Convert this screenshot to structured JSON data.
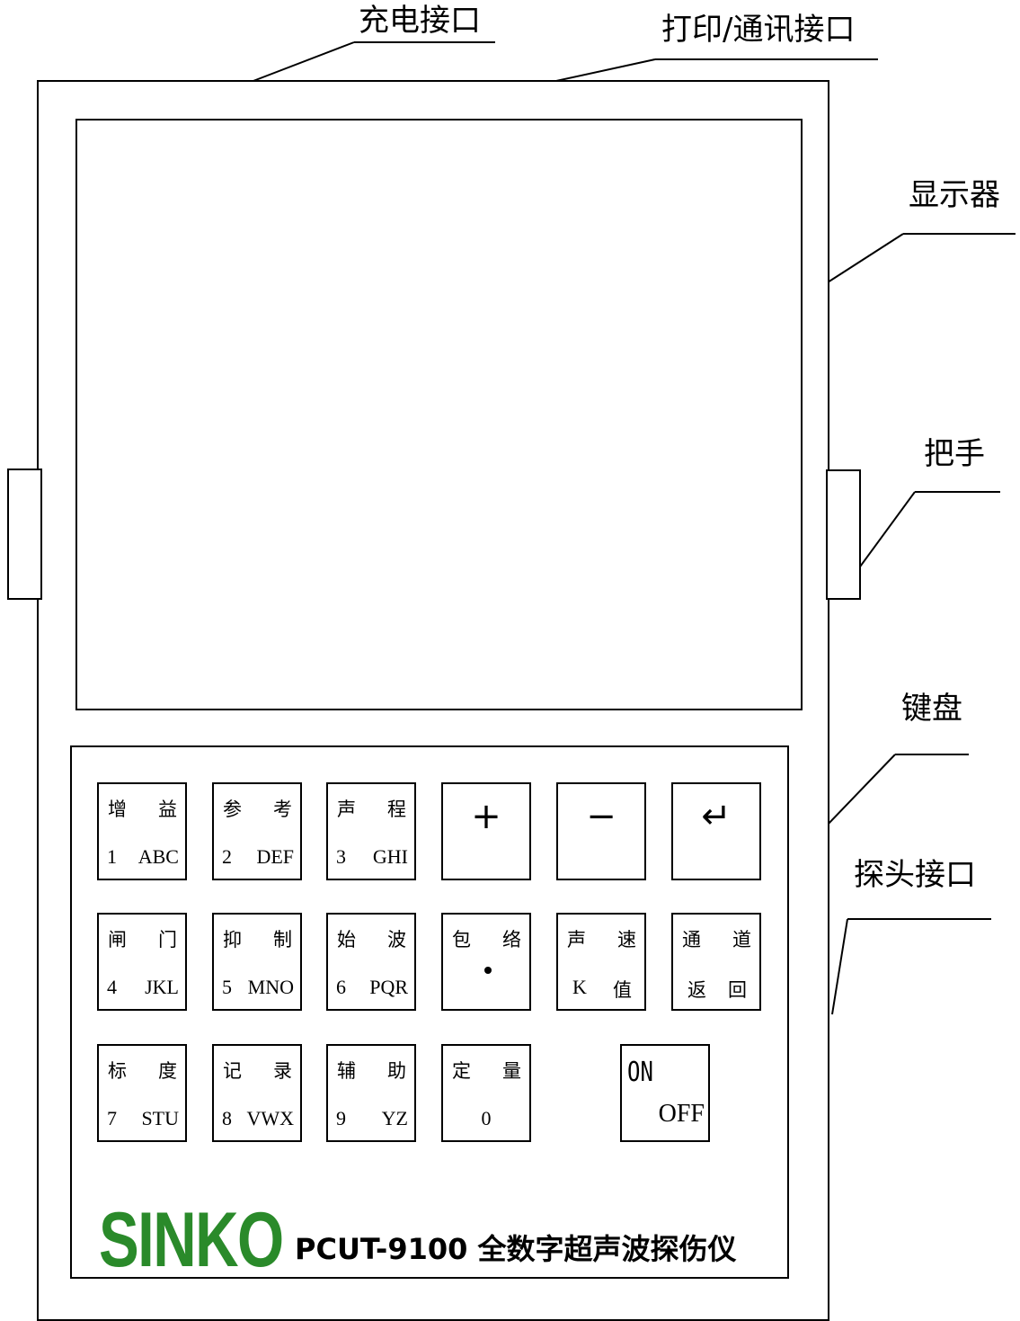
{
  "labels": {
    "charge_port": "充电接口",
    "print_port": "打印/通讯接口",
    "display": "显示器",
    "handle": "把手",
    "keyboard": "键盘",
    "probe_port": "探头接口"
  },
  "keys": [
    {
      "top_left": "增",
      "top_right": "益",
      "bottom_left": "1",
      "bottom_right": "ABC"
    },
    {
      "top_left": "参",
      "top_right": "考",
      "bottom_left": "2",
      "bottom_right": "DEF"
    },
    {
      "top_left": "声",
      "top_right": "程",
      "bottom_left": "3",
      "bottom_right": "GHI"
    },
    {
      "symbol": "+"
    },
    {
      "symbol": "−"
    },
    {
      "symbol": "↵"
    },
    {
      "top_left": "闸",
      "top_right": "门",
      "bottom_left": "4",
      "bottom_right": "JKL"
    },
    {
      "top_left": "抑",
      "top_right": "制",
      "bottom_left": "5",
      "bottom_right": "MNO"
    },
    {
      "top_left": "始",
      "top_right": "波",
      "bottom_left": "6",
      "bottom_right": "PQR"
    },
    {
      "top_left": "包",
      "top_right": "络"
    },
    {
      "top_left": "声",
      "top_right": "速",
      "bottom_left": "K",
      "bottom_right": "值"
    },
    {
      "top_left": "通",
      "top_right": "道",
      "bottom_left": "返",
      "bottom_right": "回"
    },
    {
      "top_left": "标",
      "top_right": "度",
      "bottom_left": "7",
      "bottom_right": "STU"
    },
    {
      "top_left": "记",
      "top_right": "录",
      "bottom_left": "8",
      "bottom_right": "VWX"
    },
    {
      "top_left": "辅",
      "top_right": "助",
      "bottom_left": "9",
      "bottom_right": "YZ"
    },
    {
      "top_left": "定",
      "top_right": "量",
      "bottom_center": "0"
    }
  ],
  "power_key": {
    "on": "ON",
    "off": "OFF"
  },
  "brand": {
    "logo": "SINKO",
    "model": "PCUT-9100 全数字超声波探伤仪"
  },
  "colors": {
    "logo": "#2a8a2a",
    "line": "#000000"
  }
}
